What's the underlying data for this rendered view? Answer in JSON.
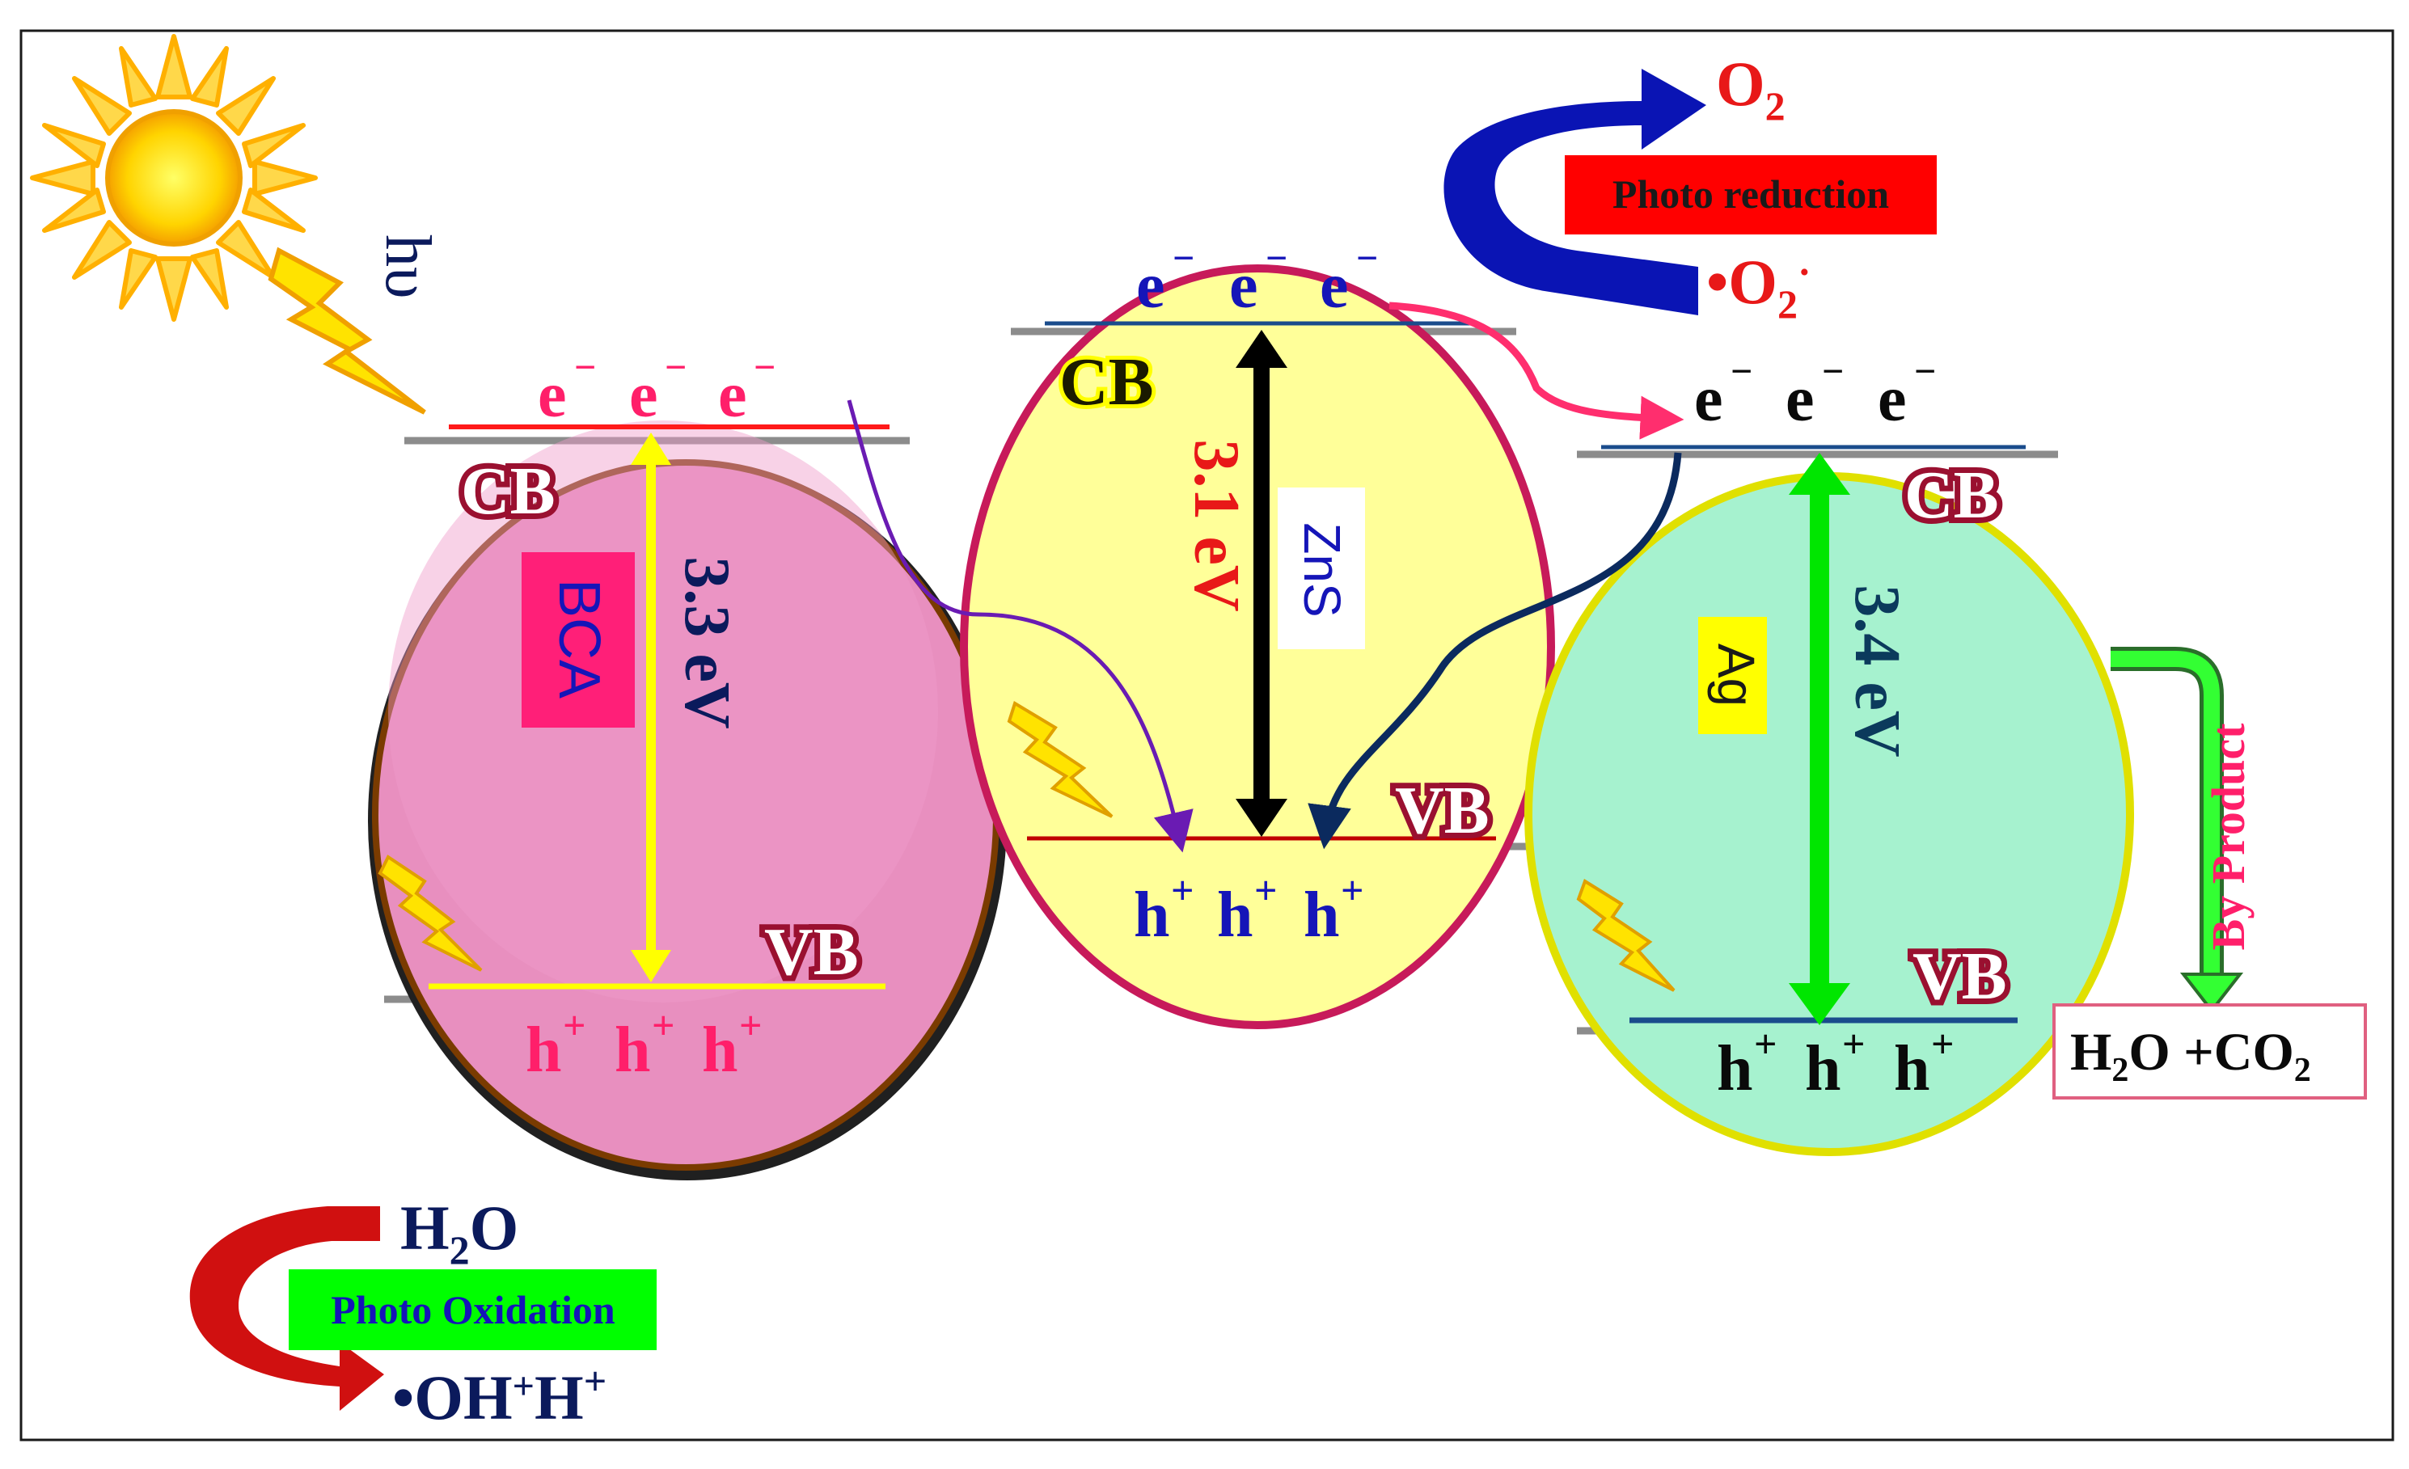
{
  "light": {
    "label": "hυ"
  },
  "bca": {
    "name": "BCA",
    "cb_label": "CB",
    "vb_label": "VB",
    "gap": "3.3 eV",
    "electrons": [
      "e",
      "e",
      "e"
    ],
    "holes": [
      "h",
      "h",
      "h"
    ],
    "colors": {
      "fill": "#e88fbf",
      "accent": "#e8005a",
      "band": "#ffff00"
    }
  },
  "zns": {
    "name": "ZnS",
    "cb_label": "CB",
    "vb_label": "VB",
    "gap": "3.1 eV",
    "electrons": [
      "e",
      "e",
      "e"
    ],
    "holes": [
      "h",
      "h",
      "h"
    ],
    "colors": {
      "fill": "#ffff99",
      "accent": "#c71a5a",
      "band": "#000000"
    }
  },
  "ag": {
    "name": "Ag",
    "cb_label": "CB",
    "vb_label": "VB",
    "gap": "3.4 eV",
    "electrons": [
      "e",
      "e",
      "e"
    ],
    "holes": [
      "h",
      "h",
      "h"
    ],
    "colors": {
      "fill": "#a6f2cf",
      "accent": "#00e600",
      "band": "#00e600"
    }
  },
  "reduction": {
    "label": "Photo reduction",
    "product": "O",
    "product_sub": "2",
    "reactant": "•O",
    "reactant_sub": "2",
    "reactant_sup": "·",
    "colors": {
      "arrow": "#0a14b4",
      "label_bg": "#ff0000"
    }
  },
  "oxidation": {
    "label": "Photo Oxidation",
    "reactant": "H",
    "reactant_sub": "2",
    "reactant_tail": "O",
    "product": "•OH",
    "product_plus": "+",
    "product_h": "H",
    "product_sup": "+",
    "colors": {
      "arrow": "#d00000",
      "label_bg": "#00ff00"
    }
  },
  "byproduct": {
    "label": "By Product",
    "result": "H",
    "result_sub": "2",
    "result_mid": "O +CO",
    "result_sub2": "2"
  }
}
